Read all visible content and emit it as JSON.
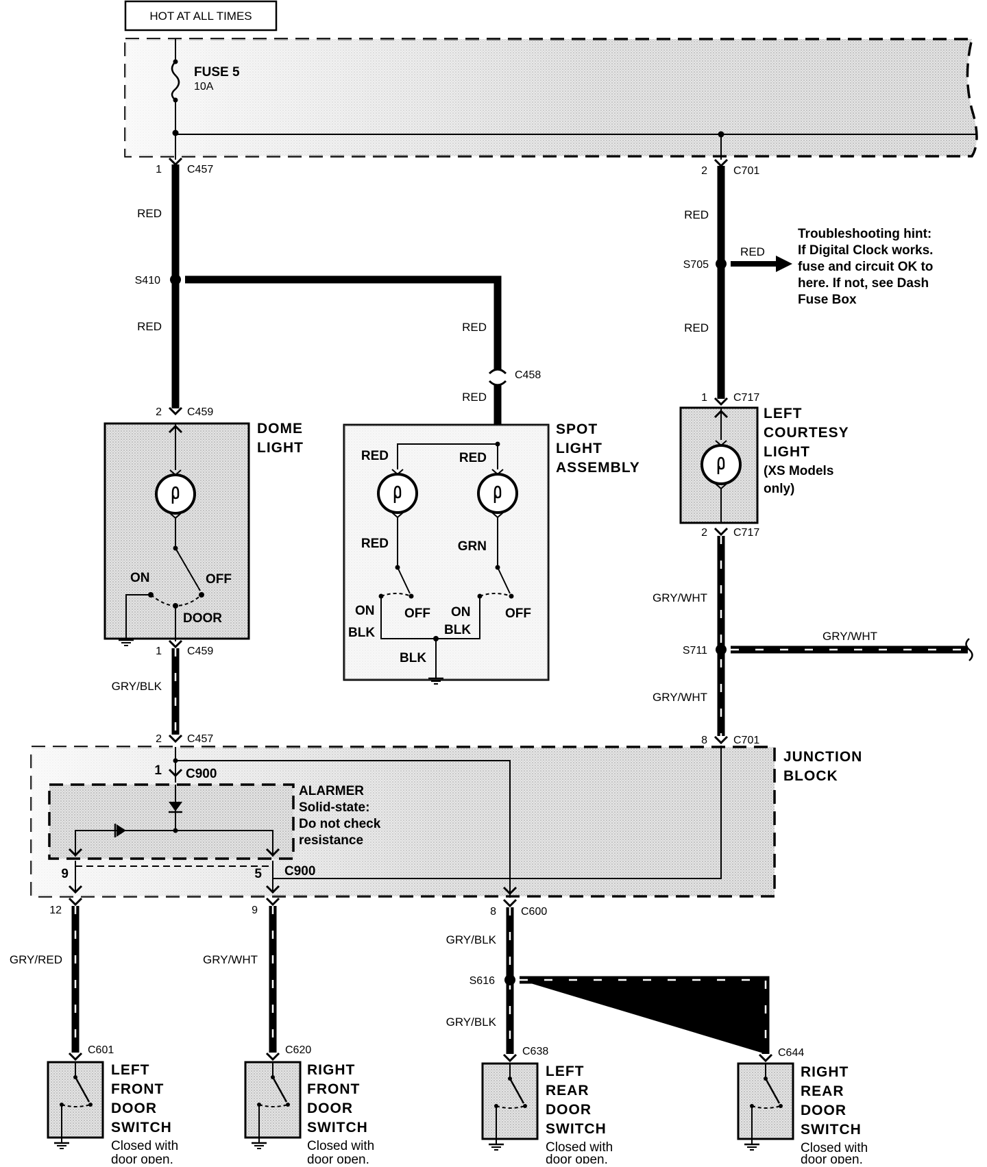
{
  "hot_at_all_times": "HOT AT ALL TIMES",
  "fuse": {
    "name": "FUSE 5",
    "rating": "10A"
  },
  "connectors": {
    "c457_top": {
      "pin": "1",
      "name": "C457"
    },
    "c701_top": {
      "pin": "2",
      "name": "C701"
    },
    "c459_top": {
      "pin": "2",
      "name": "C459"
    },
    "c459_bot": {
      "pin": "1",
      "name": "C459"
    },
    "c457_bot": {
      "pin": "2",
      "name": "C457"
    },
    "c458": {
      "name": "C458"
    },
    "c717_top": {
      "pin": "1",
      "name": "C717"
    },
    "c717_bot": {
      "pin": "2",
      "name": "C717"
    },
    "c701_bot": {
      "pin": "8",
      "name": "C701"
    },
    "c900_top": {
      "pin": "1",
      "name": "C900"
    },
    "c900_bot": {
      "pin_left": "9",
      "pin_right": "5",
      "name": "C900"
    },
    "c600_left": {
      "pin": "12"
    },
    "c600_mid": {
      "pin": "9"
    },
    "c600_right": {
      "pin": "8",
      "name": "C600"
    },
    "c601": "C601",
    "c620": "C620",
    "c638": "C638",
    "c644": "C644"
  },
  "splices": {
    "s410": "S410",
    "s705": "S705",
    "s711": "S711",
    "s616": "S616"
  },
  "wires": {
    "red": "RED",
    "grn": "GRN",
    "blk": "BLK",
    "gry_blk": "GRY/BLK",
    "gry_wht": "GRY/WHT",
    "gry_red": "GRY/RED"
  },
  "components": {
    "dome_light": [
      "DOME",
      "LIGHT"
    ],
    "spot_light": [
      "SPOT",
      "LIGHT",
      "ASSEMBLY"
    ],
    "courtesy_light": [
      "LEFT",
      "COURTESY",
      "LIGHT",
      "(XS Models",
      "only)"
    ],
    "junction_block": [
      "JUNCTION",
      "BLOCK"
    ],
    "alarmer": [
      "ALARMER",
      "Solid-state:",
      "Do not check",
      "resistance"
    ],
    "switch_on": "ON",
    "switch_off": "OFF",
    "switch_door": "DOOR"
  },
  "hint": [
    "Troubleshooting hint:",
    "If Digital Clock works.",
    "fuse and circuit OK to",
    "here. If not, see Dash",
    "Fuse Box"
  ],
  "door_switches": [
    {
      "lines": [
        "LEFT",
        "FRONT",
        "DOOR",
        "SWITCH"
      ],
      "note": [
        "Closed with",
        "door open."
      ]
    },
    {
      "lines": [
        "RIGHT",
        "FRONT",
        "DOOR",
        "SWITCH"
      ],
      "note": [
        "Closed with",
        "door open."
      ]
    },
    {
      "lines": [
        "LEFT",
        "REAR",
        "DOOR",
        "SWITCH"
      ],
      "note": [
        "Closed with",
        "door open."
      ]
    },
    {
      "lines": [
        "RIGHT",
        "REAR",
        "DOOR",
        "SWITCH"
      ],
      "note": [
        "Closed with",
        "door open."
      ]
    }
  ]
}
